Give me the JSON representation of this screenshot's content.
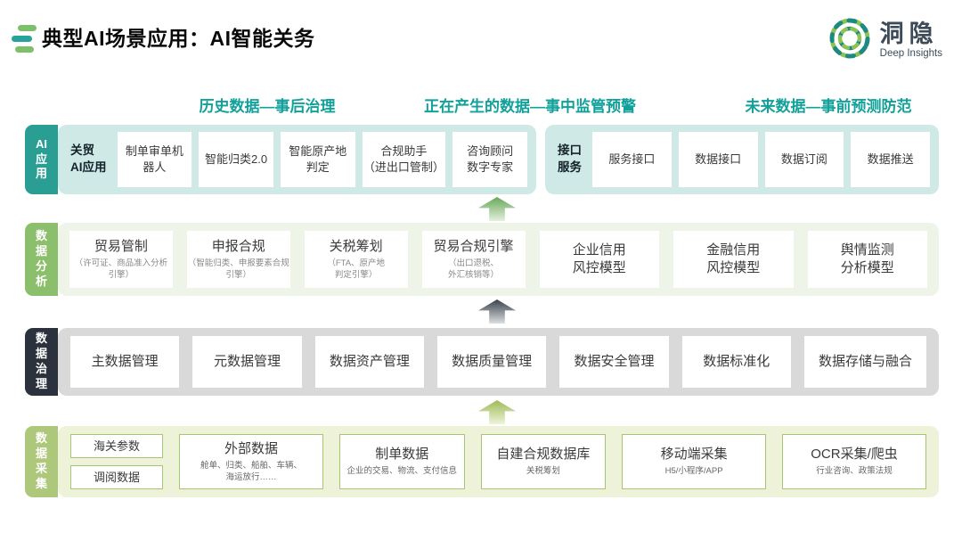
{
  "header": {
    "title": "典型AI场景应用：AI智能关务",
    "logo": {
      "name": "洞隐",
      "subtitle": "Deep Insights"
    }
  },
  "timeline": {
    "past": "历史数据—事后治理",
    "present": "正在产生的数据—事中监管预警",
    "future": "未来数据—事前预测防范"
  },
  "colors": {
    "timeline_text": "#12a19a",
    "ai_tab": "#2a9e93",
    "ai_panel": "#cfe9e6",
    "analysis_tab": "#8cbf6b",
    "analysis_panel": "#eef4e7",
    "governance_tab": "#2b323d",
    "governance_panel": "#d9d9d9",
    "collection_tab": "#aec87b",
    "collection_panel": "#edf2d8",
    "collection_card_border": "#a8c571",
    "logo_green": "#8fc155",
    "logo_teal": "#1b8a81"
  },
  "rows": {
    "ai": {
      "tab": "AI\n应\n用",
      "trade_group": {
        "label": "关贸\nAI应用",
        "cards": [
          {
            "title": "制单审单机\n器人"
          },
          {
            "title": "智能归类2.0"
          },
          {
            "title": "智能原产地\n判定"
          },
          {
            "title": "合规助手\n（进出口管制）"
          },
          {
            "title": "咨询顾问\n数字专家"
          }
        ]
      },
      "api_group": {
        "label": "接口\n服务",
        "cards": [
          {
            "title": "服务接口"
          },
          {
            "title": "数据接口"
          },
          {
            "title": "数据订阅"
          },
          {
            "title": "数据推送"
          }
        ]
      }
    },
    "analysis": {
      "tab": "数\n据\n分\n析",
      "cards": [
        {
          "title": "贸易管制",
          "sub": "（许可证、商品准入分析\n引擎）"
        },
        {
          "title": "申报合规",
          "sub": "（智能归类、申报要素合规\n引擎）"
        },
        {
          "title": "关税筹划",
          "sub": "（FTA、原产地\n判定引擎）"
        },
        {
          "title": "贸易合规引擎",
          "sub": "（出口退税、\n外汇核销等）"
        },
        {
          "title": "企业信用\n风控模型"
        },
        {
          "title": "金融信用\n风控模型"
        },
        {
          "title": "舆情监测\n分析模型"
        }
      ]
    },
    "governance": {
      "tab": "数\n据\n治\n理",
      "cards": [
        {
          "title": "主数据管理"
        },
        {
          "title": "元数据管理"
        },
        {
          "title": "数据资产管理"
        },
        {
          "title": "数据质量管理"
        },
        {
          "title": "数据安全管理"
        },
        {
          "title": "数据标准化"
        },
        {
          "title": "数据存储与融合"
        }
      ]
    },
    "collection": {
      "tab": "数\n据\n采\n集",
      "stack_cards": [
        {
          "title": "海关参数"
        },
        {
          "title": "调阅数据"
        }
      ],
      "cards": [
        {
          "title": "外部数据",
          "sub": "舱单、归类、船舶、车辆、\n海运放行……"
        },
        {
          "title": "制单数据",
          "sub": "企业的交易、物流、支付信息"
        },
        {
          "title": "自建合规数据库",
          "sub": "关税筹划"
        },
        {
          "title": "移动端采集",
          "sub": "H5/小程序/APP"
        },
        {
          "title": "OCR采集/爬虫",
          "sub": "行业咨询、政策法规"
        }
      ]
    }
  }
}
